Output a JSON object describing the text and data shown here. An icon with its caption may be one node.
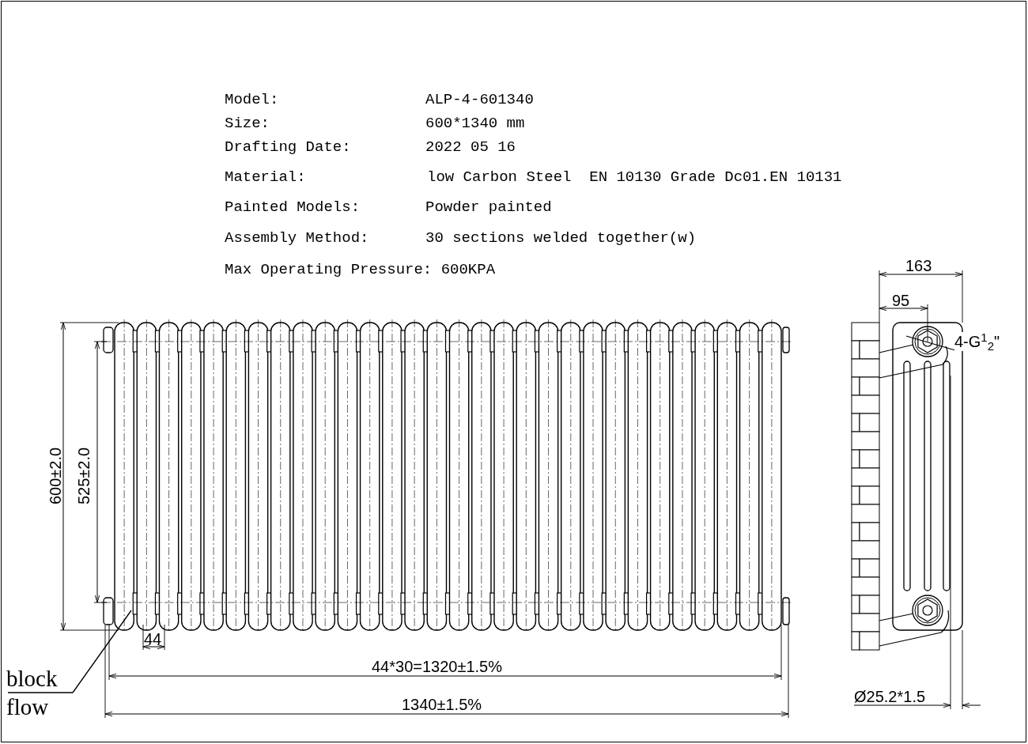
{
  "diagram": {
    "nodes": [
      {
        "text": [
          "block",
          "flow"
        ]
      },
      {
        "text": [
          "4-G$^{1}$$_{2}$\""
        ]
      }
    ],
    "edges": [
      {
        "from": 0,
        "to": null,
        "arrow": "none"
      },
      {
        "from": 1,
        "to": null,
        "arrow": "none"
      }
    ],
    "labels": [
      "Model:",
      "ALP-4-601340",
      "Size:",
      "600*1340 mm",
      "Drafting Date:",
      "2022 05 16",
      "Material:",
      "low Carbon Steel  EN 10130 Grade Dc01.EN 10131",
      "Painted Models:",
      "Powder painted",
      "Assembly Method:",
      "30 sections welded together(w)",
      "Max Operating Pressure: 600KPA",
      "600±2.0",
      "525±2.0",
      "44",
      "44*30=1320±1.5%",
      "1340±1.5%",
      "163",
      "95",
      "Ø25.2*1.5"
    ]
  }
}
